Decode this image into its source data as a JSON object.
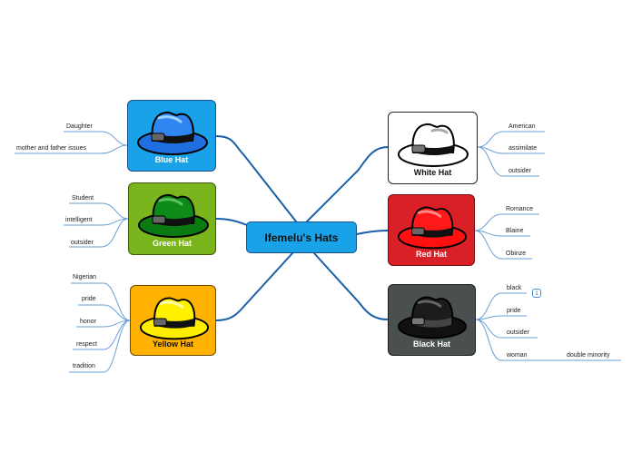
{
  "central": {
    "label": "Ifemelu's Hats"
  },
  "hats": {
    "blue": {
      "label": "Blue Hat",
      "leaves": [
        "Daughter",
        "mother and father issues"
      ]
    },
    "green": {
      "label": "Green Hat",
      "leaves": [
        "Student",
        "intelligent",
        "outsider"
      ]
    },
    "yellow": {
      "label": "Yellow Hat",
      "leaves": [
        "Nigerian",
        "pride",
        "honor",
        "respect",
        "tradition"
      ]
    },
    "white": {
      "label": "White Hat",
      "leaves": [
        "American",
        "assimilate",
        "outsider"
      ]
    },
    "red": {
      "label": "Red Hat",
      "leaves": [
        "Romance",
        "Blaine",
        "Obinze"
      ]
    },
    "black": {
      "label": "Black Hat",
      "leaves": [
        "black",
        "pride",
        "outsider",
        "woman"
      ],
      "sub_leaf": "double minority",
      "badge": "1"
    }
  },
  "colors": {
    "connector": "#1a5fa8",
    "leaf_line": "#6a9fd8",
    "blue_bg": "#1aa2e8",
    "green_bg": "#7ab51d",
    "yellow_bg": "#ffb300",
    "white_bg": "#ffffff",
    "red_bg": "#d92027",
    "black_bg": "#4a5050",
    "central_bg": "#1aa2e8"
  }
}
